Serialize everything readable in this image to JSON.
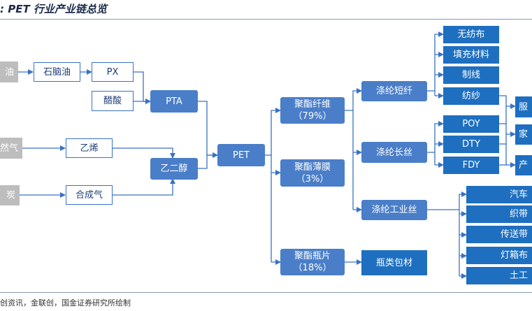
{
  "title": ": PET 行业产业链总览",
  "source": "创资讯，金联创，国金证券研究所绘制",
  "nodes": {
    "you": "油",
    "shinaoyou": "石脑油",
    "px": "PX",
    "cusuan": "醋酸",
    "pta": "PTA",
    "tianranqi": "然气",
    "yixi": "乙烯",
    "meitan": "炭",
    "hechengqi": "合成气",
    "yierchun": "乙二醇",
    "pet": "PET",
    "xianwei": "聚酯纤维\n（79%）",
    "bomo": "聚酯薄膜\n（3%）",
    "pingpian": "聚酯瓶片\n（18%）",
    "duanxian": "涤纶短纤",
    "changsi": "涤纶长丝",
    "gongyesi": "涤纶工业丝",
    "pinglei": "瓶类包材",
    "wufangbu": "无纺布",
    "tianchong": "填充材料",
    "zhixian": "制线",
    "fangsha": "纺纱",
    "poy": "POY",
    "dty": "DTY",
    "fdy": "FDY",
    "fu": "服",
    "jia": "家",
    "chan": "产",
    "qiche": "汽车",
    "zhidai": "织带",
    "chuansong": "传送带",
    "dengxiang": "灯箱布",
    "tugong": "土工"
  }
}
